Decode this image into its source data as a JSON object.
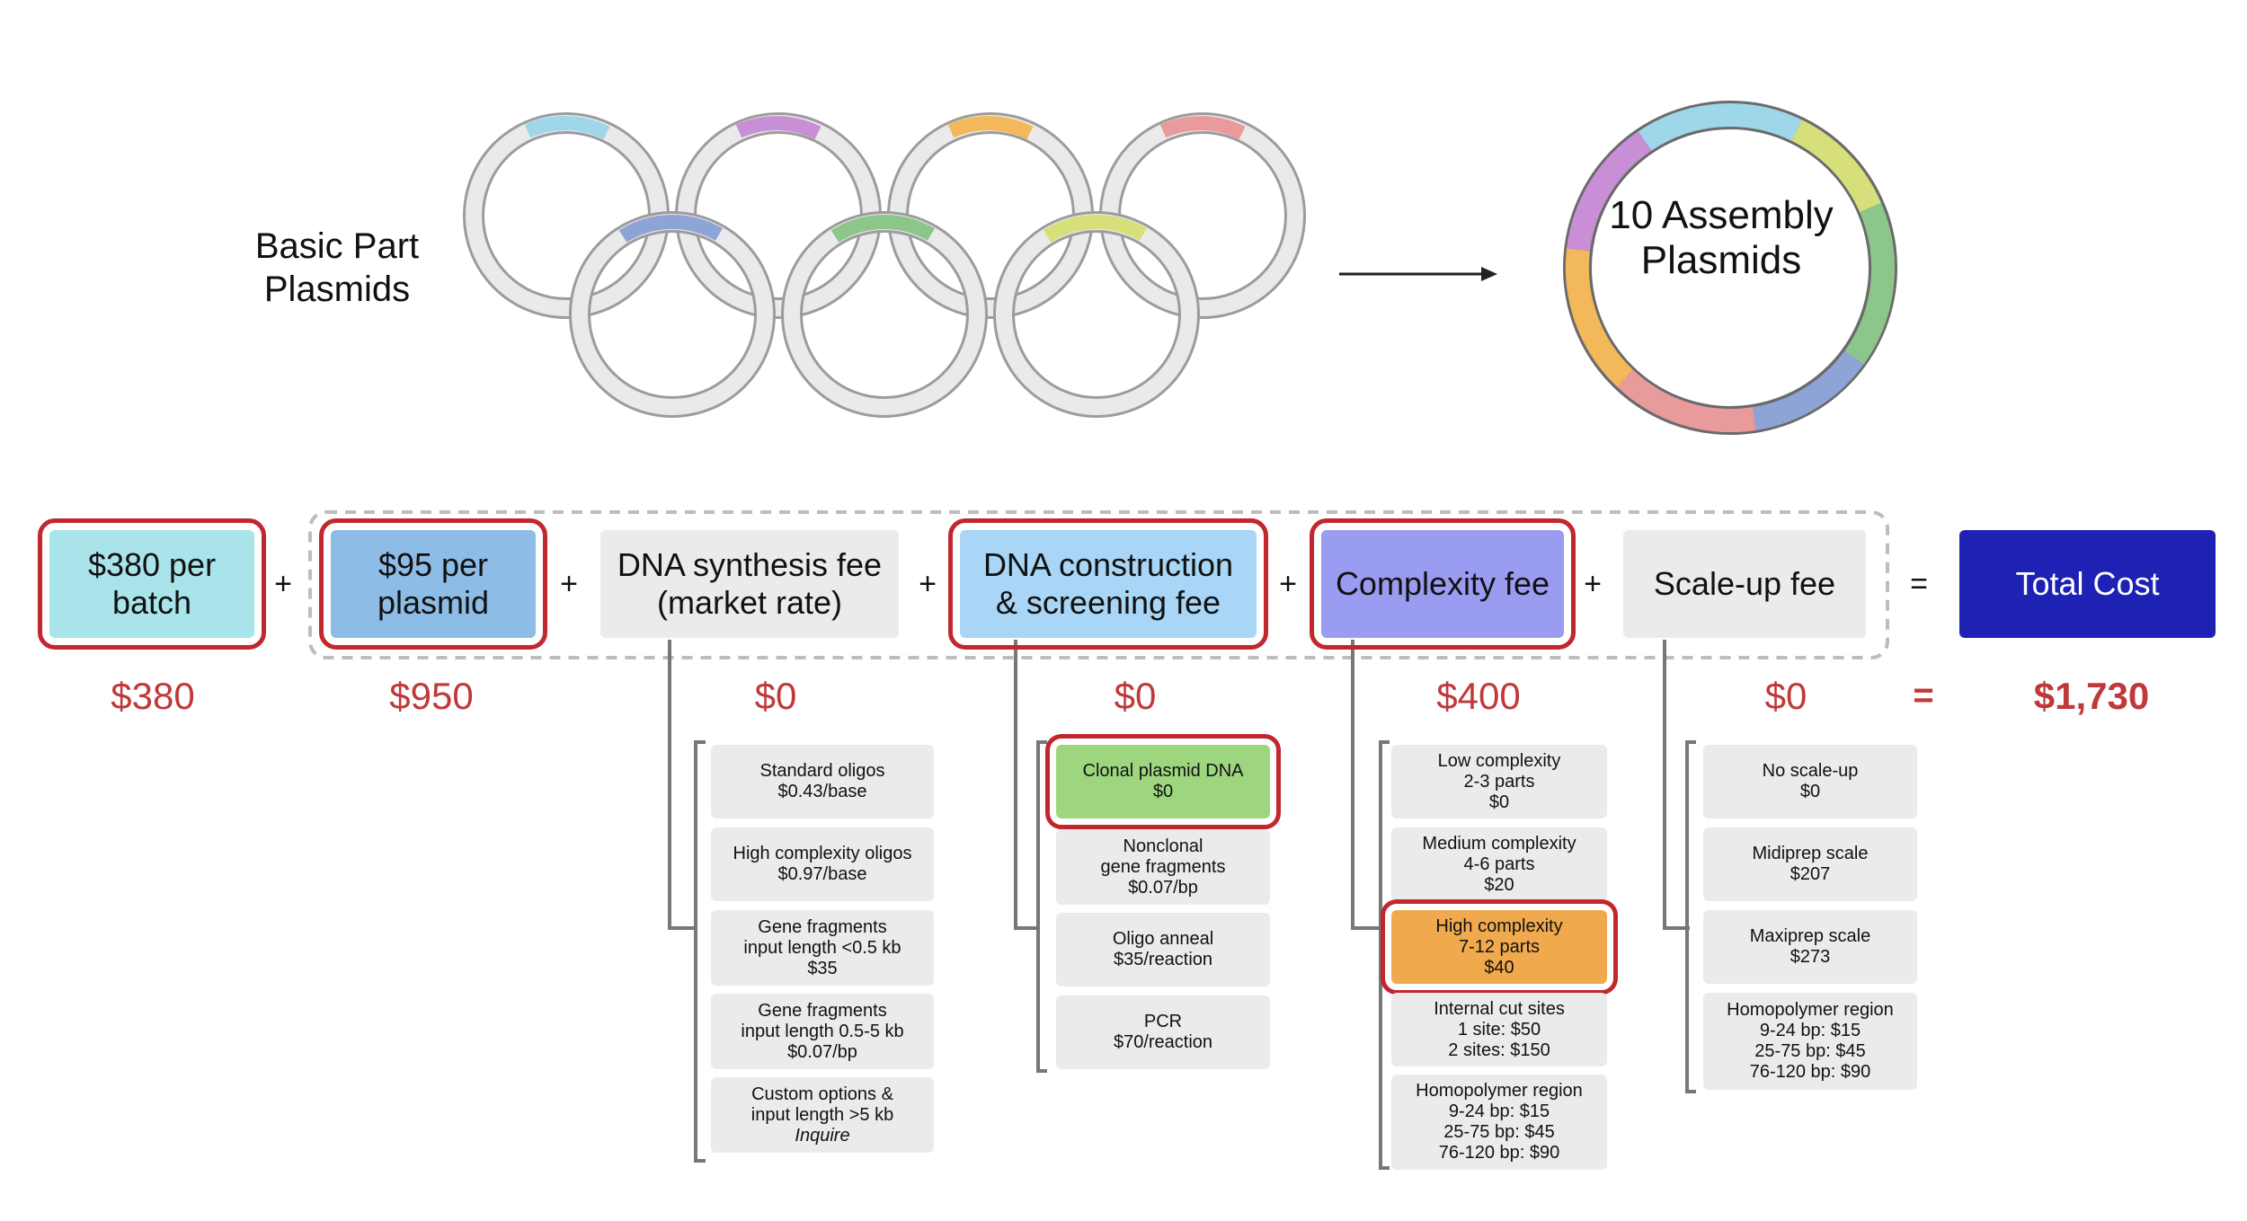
{
  "top": {
    "parts_label": "Basic Part Plasmids",
    "assembly_label": "10 Assembly Plasmids"
  },
  "colors": {
    "highlight": "#c1272d",
    "amount": "#c1383a",
    "batch_box": "#a9e4ea",
    "plasmid_box": "#8dbde6",
    "construction_box": "#a9d6f6",
    "complexity_box": "#9a9cf2",
    "total_box": "#1e22b4",
    "neutral_box": "#ebebeb",
    "selected_green": "#9ed67f",
    "selected_orange": "#f0a94c"
  },
  "equation": {
    "batch": {
      "label": "$380 per batch",
      "amount": "$380"
    },
    "plasmid": {
      "label": "$95 per plasmid",
      "amount": "$950"
    },
    "synthesis": {
      "label": "DNA synthesis fee (market rate)",
      "amount": "$0"
    },
    "construction": {
      "label": "DNA construction & screening fee",
      "amount": "$0"
    },
    "complexity": {
      "label": "Complexity fee",
      "amount": "$400"
    },
    "scaleup": {
      "label": "Scale-up fee",
      "amount": "$0"
    },
    "total": {
      "label": "Total Cost",
      "amount": "$1,730"
    },
    "plus": "+",
    "equals": "="
  },
  "options": {
    "synthesis": [
      {
        "l1": "Standard oligos",
        "l2": "$0.43/base"
      },
      {
        "l1": "High complexity oligos",
        "l2": "$0.97/base"
      },
      {
        "l1": "Gene fragments",
        "l2": "input length <0.5 kb",
        "l3": "$35"
      },
      {
        "l1": "Gene fragments",
        "l2": "input length 0.5-5 kb",
        "l3": "$0.07/bp"
      },
      {
        "l1": "Custom options &",
        "l2": "input length >5 kb",
        "l3": "Inquire"
      }
    ],
    "construction": [
      {
        "l1": "Clonal plasmid DNA",
        "l2": "$0"
      },
      {
        "l1": "Nonclonal",
        "l2": "gene fragments",
        "l3": "$0.07/bp"
      },
      {
        "l1": "Oligo anneal",
        "l2": "$35/reaction"
      },
      {
        "l1": "PCR",
        "l2": "$70/reaction"
      }
    ],
    "complexity": [
      {
        "l1": "Low complexity",
        "l2": "2-3 parts",
        "l3": "$0"
      },
      {
        "l1": "Medium complexity",
        "l2": "4-6 parts",
        "l3": "$20"
      },
      {
        "l1": "High complexity",
        "l2": "7-12 parts",
        "l3": "$40"
      },
      {
        "l1": "Internal cut sites",
        "l2": "1 site: $50",
        "l3": "2 sites: $150"
      },
      {
        "l1": "Homopolymer region",
        "l2": "9-24 bp: $15",
        "l3": "25-75 bp: $45",
        "l4": "76-120 bp: $90"
      }
    ],
    "scaleup": [
      {
        "l1": "No scale-up",
        "l2": "$0"
      },
      {
        "l1": "Midiprep scale",
        "l2": "$207"
      },
      {
        "l1": "Maxiprep scale",
        "l2": "$273"
      },
      {
        "l1": "Homopolymer region",
        "l2": "9-24 bp: $15",
        "l3": "25-75 bp: $45",
        "l4": "76-120 bp: $90"
      }
    ]
  }
}
